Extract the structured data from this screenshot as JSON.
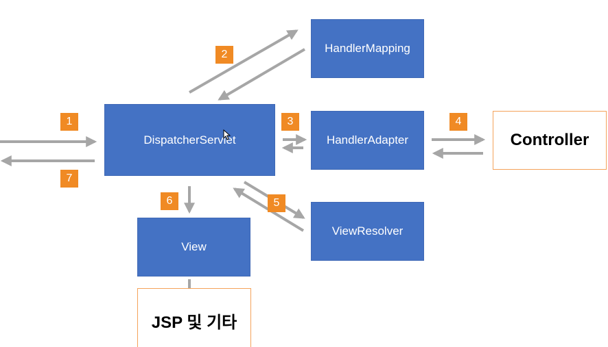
{
  "colors": {
    "box_fill": "#4472c4",
    "badge_fill": "#f08a24",
    "outline_border": "#f4a259",
    "arrow": "#a6a6a6"
  },
  "nodes": {
    "dispatcher_servlet": "DispatcherServlet",
    "handler_mapping": "HandlerMapping",
    "handler_adapter": "HandlerAdapter",
    "controller": "Controller",
    "view_resolver": "ViewResolver",
    "view": "View",
    "jsp_etc": "JSP 및 기타"
  },
  "steps": [
    "1",
    "2",
    "3",
    "4",
    "5",
    "6",
    "7"
  ]
}
